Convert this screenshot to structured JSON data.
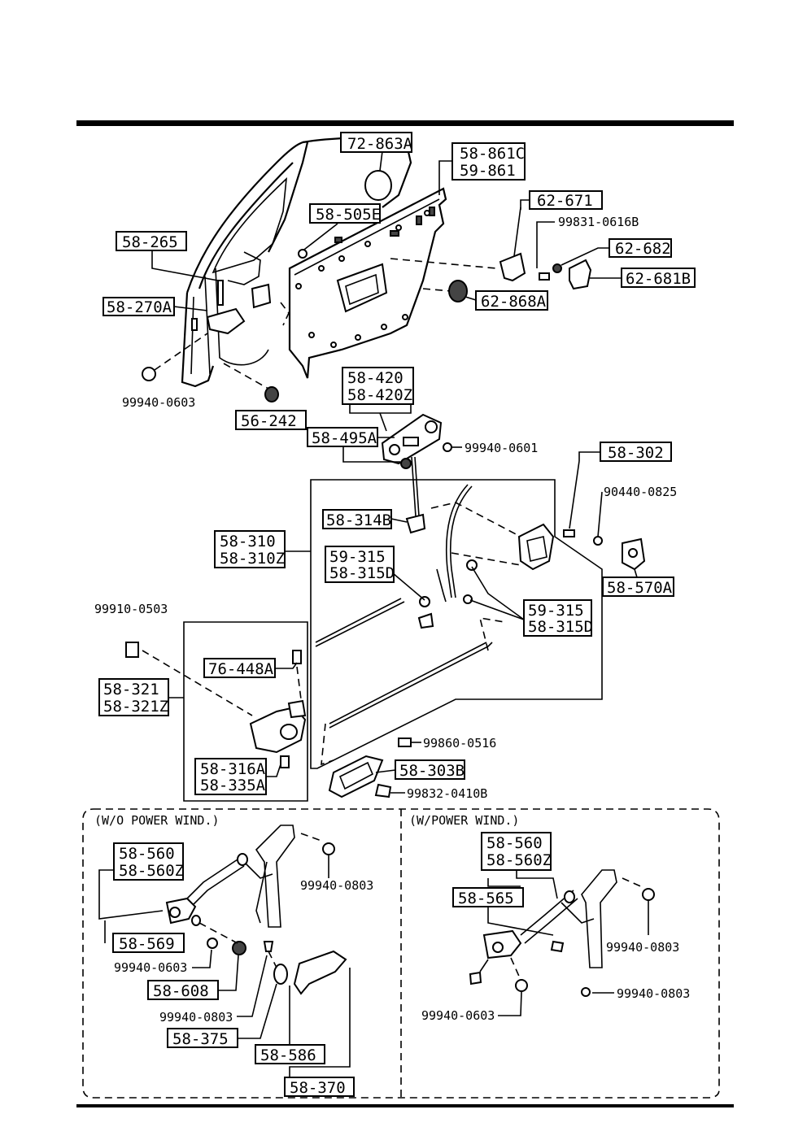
{
  "sections": {
    "without_power": "(W/O POWER WIND.)",
    "with_power": "(W/POWER WIND.)"
  },
  "boxed_labels": [
    {
      "id": "72-863a",
      "lines": [
        "72-863A"
      ]
    },
    {
      "id": "58-861c",
      "lines": [
        "58-861C",
        "59-861"
      ]
    },
    {
      "id": "62-671",
      "lines": [
        "62-671"
      ]
    },
    {
      "id": "62-682",
      "lines": [
        "62-682"
      ]
    },
    {
      "id": "62-681b",
      "lines": [
        "62-681B"
      ]
    },
    {
      "id": "62-868a",
      "lines": [
        "62-868A"
      ]
    },
    {
      "id": "58-505e",
      "lines": [
        "58-505E"
      ]
    },
    {
      "id": "58-265",
      "lines": [
        "58-265"
      ]
    },
    {
      "id": "58-270a",
      "lines": [
        "58-270A"
      ]
    },
    {
      "id": "56-242",
      "lines": [
        "56-242"
      ]
    },
    {
      "id": "58-420",
      "lines": [
        "58-420",
        "58-420Z"
      ]
    },
    {
      "id": "58-495a",
      "lines": [
        "58-495A"
      ]
    },
    {
      "id": "58-302",
      "lines": [
        "58-302"
      ]
    },
    {
      "id": "58-314b",
      "lines": [
        "58-314B"
      ]
    },
    {
      "id": "58-310",
      "lines": [
        "58-310",
        "58-310Z"
      ]
    },
    {
      "id": "59-315-a",
      "lines": [
        "59-315",
        "58-315D"
      ]
    },
    {
      "id": "59-315-b",
      "lines": [
        "59-315",
        "58-315D"
      ]
    },
    {
      "id": "58-570a",
      "lines": [
        "58-570A"
      ]
    },
    {
      "id": "76-448a",
      "lines": [
        "76-448A"
      ]
    },
    {
      "id": "58-321",
      "lines": [
        "58-321",
        "58-321Z"
      ]
    },
    {
      "id": "58-316a",
      "lines": [
        "58-316A",
        "58-335A"
      ]
    },
    {
      "id": "58-303b",
      "lines": [
        "58-303B"
      ]
    },
    {
      "id": "58-560-a",
      "lines": [
        "58-560",
        "58-560Z"
      ]
    },
    {
      "id": "58-569",
      "lines": [
        "58-569"
      ]
    },
    {
      "id": "58-608",
      "lines": [
        "58-608"
      ]
    },
    {
      "id": "58-375",
      "lines": [
        "58-375"
      ]
    },
    {
      "id": "58-586",
      "lines": [
        "58-586"
      ]
    },
    {
      "id": "58-370",
      "lines": [
        "58-370"
      ]
    },
    {
      "id": "58-560-b",
      "lines": [
        "58-560",
        "58-560Z"
      ]
    },
    {
      "id": "58-565",
      "lines": [
        "58-565"
      ]
    }
  ],
  "plain_labels": [
    {
      "id": "99831-0616b",
      "text": "99831-0616B"
    },
    {
      "id": "99940-0603-a",
      "text": "99940-0603"
    },
    {
      "id": "99940-0601",
      "text": "99940-0601"
    },
    {
      "id": "90440-0825",
      "text": "90440-0825"
    },
    {
      "id": "99910-0503",
      "text": "99910-0503"
    },
    {
      "id": "99860-0516",
      "text": "99860-0516"
    },
    {
      "id": "99832-0410b",
      "text": "99832-0410B"
    },
    {
      "id": "99940-0803-a",
      "text": "99940-0803"
    },
    {
      "id": "99940-0603-b",
      "text": "99940-0603"
    },
    {
      "id": "99940-0803-b",
      "text": "99940-0803"
    },
    {
      "id": "99940-0803-c",
      "text": "99940-0803"
    },
    {
      "id": "99940-0803-d",
      "text": "99940-0803"
    },
    {
      "id": "99940-0603-c",
      "text": "99940-0603"
    }
  ]
}
